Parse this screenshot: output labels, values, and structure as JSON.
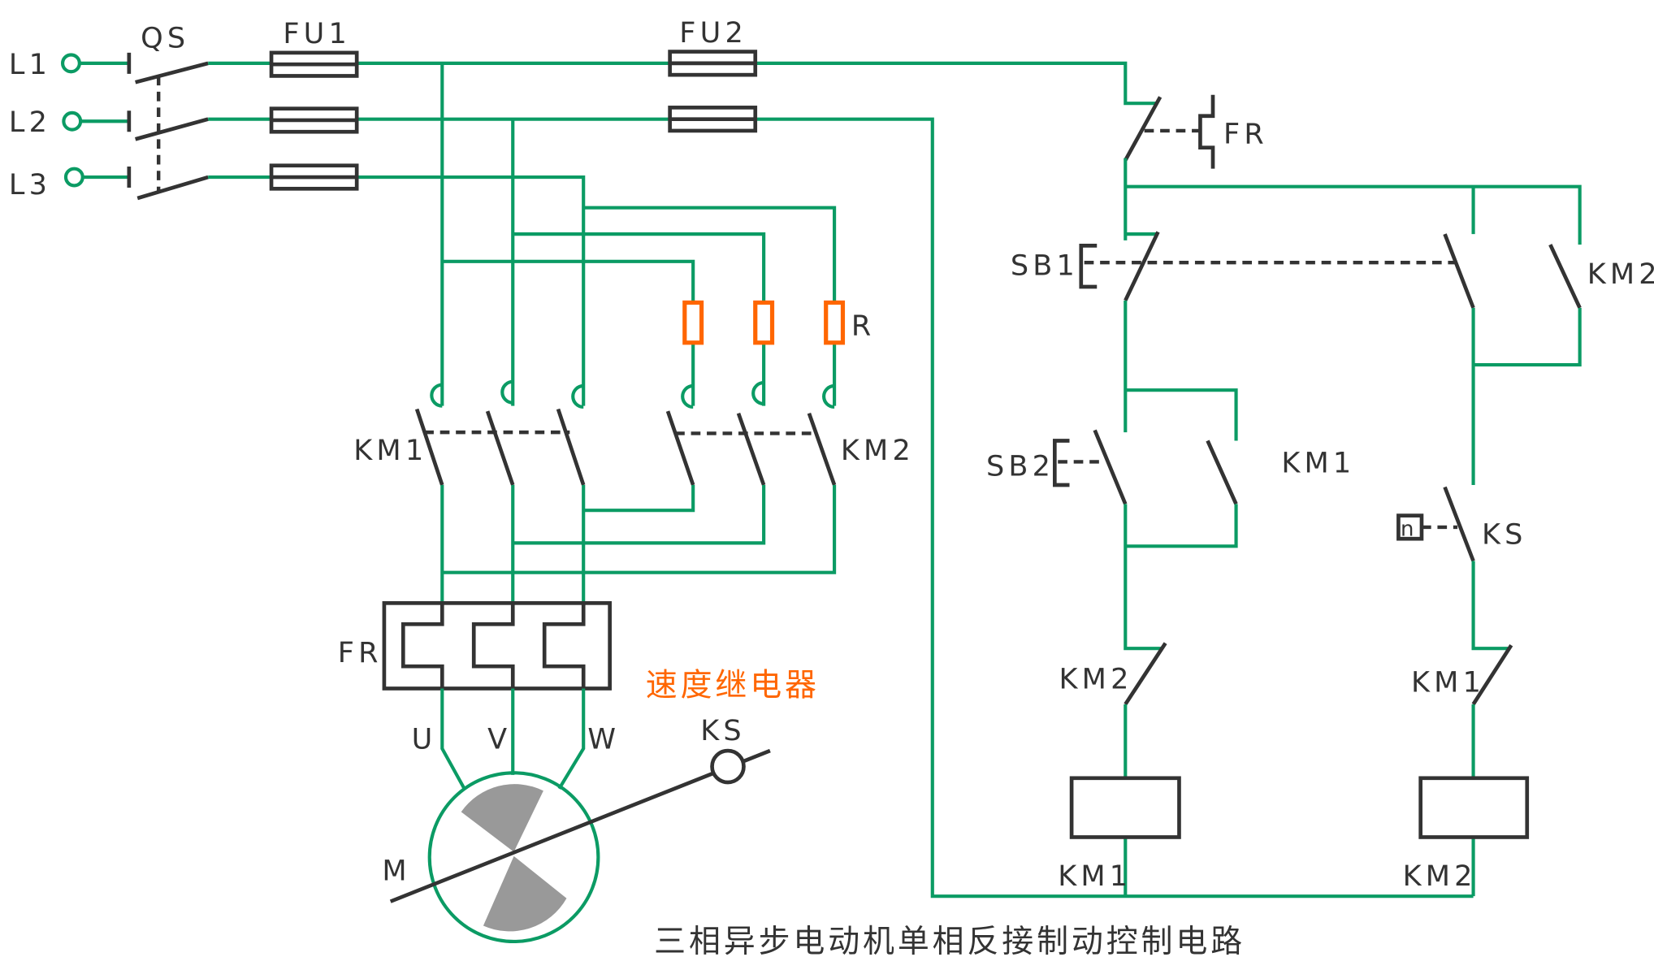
{
  "title": "三相异步电动机单相反接制动控制电路",
  "note": "速度继电器",
  "colors": {
    "wire": "#0b9b64",
    "component": "#333333",
    "resistor": "#ff6600",
    "note": "#ff6600",
    "motor_sector": "#999999"
  },
  "labels": {
    "L1": "L1",
    "L2": "L2",
    "L3": "L3",
    "QS": "QS",
    "FU1": "FU1",
    "FU2": "FU2",
    "R": "R",
    "KM1_main": "KM1",
    "KM2_main": "KM2",
    "FR_main": "FR",
    "U": "U",
    "V": "V",
    "W": "W",
    "M": "M",
    "KS_motor": "KS",
    "FR_ctrl": "FR",
    "SB1": "SB1",
    "KM2_hold": "KM2",
    "SB2": "SB2",
    "KM1_hold": "KM1",
    "KS_ctrl": "KS",
    "n": "n",
    "KM2_interlock": "KM2",
    "KM1_interlock": "KM1",
    "KM1_coil": "KM1",
    "KM2_coil": "KM2"
  }
}
